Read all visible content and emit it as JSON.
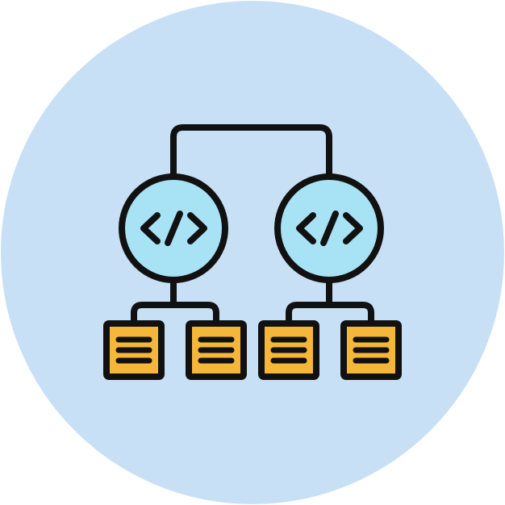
{
  "icon": {
    "name": "code-structure-hierarchy-icon",
    "nodes": {
      "code_nodes": [
        {
          "name": "code-node-left",
          "glyph": "code-tag-icon"
        },
        {
          "name": "code-node-right",
          "glyph": "code-tag-icon"
        }
      ],
      "document_nodes": [
        {
          "name": "document-node-1",
          "glyph": "document-lines-icon"
        },
        {
          "name": "document-node-2",
          "glyph": "document-lines-icon"
        },
        {
          "name": "document-node-3",
          "glyph": "document-lines-icon"
        },
        {
          "name": "document-node-4",
          "glyph": "document-lines-icon"
        }
      ]
    },
    "colors": {
      "background_circle": "#c8e0f5",
      "code_node_fill": "#a8e2f5",
      "document_fill": "#f5b63a",
      "stroke": "#111111",
      "page_background": "#ffffff"
    }
  }
}
